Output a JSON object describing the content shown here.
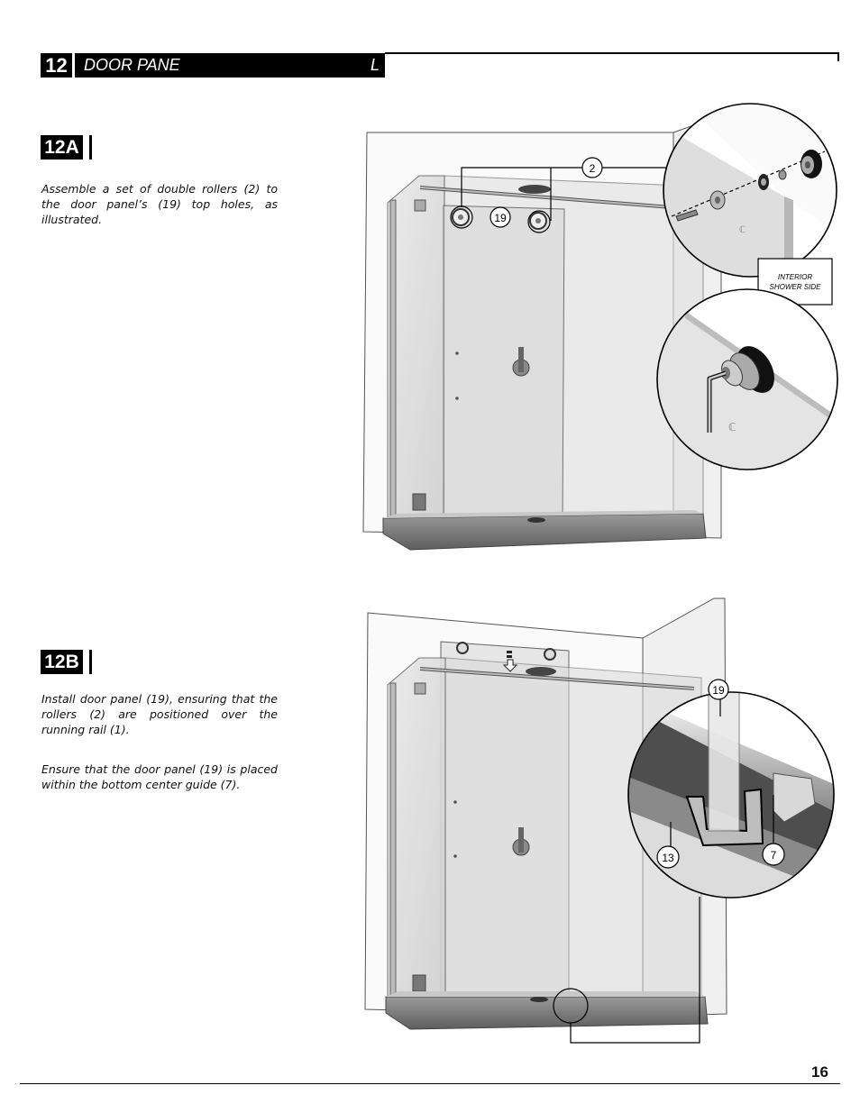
{
  "header": {
    "step_number": "12",
    "title_part1": "DOOR PANE",
    "title_part2": "L"
  },
  "step_a": {
    "badge": "12A",
    "instruction": "Assemble a set of double rollers (2) to the door panel’s (19) top holes, as illustrated."
  },
  "step_b": {
    "badge": "12B",
    "instruction_1": "Install door panel (19), ensuring that the rollers (2) are positioned over the running rail (1).",
    "instruction_2": "Ensure that the door panel (19) is placed within the bottom center guide (7)."
  },
  "callouts_a": {
    "rollers": "2",
    "door_panel": "19",
    "interior_label_line1": "INTERIOR",
    "interior_label_line2": "SHOWER SIDE"
  },
  "callouts_b": {
    "door_panel": "19",
    "bottom_seal": "13",
    "center_guide": "7"
  },
  "page_number": "16"
}
